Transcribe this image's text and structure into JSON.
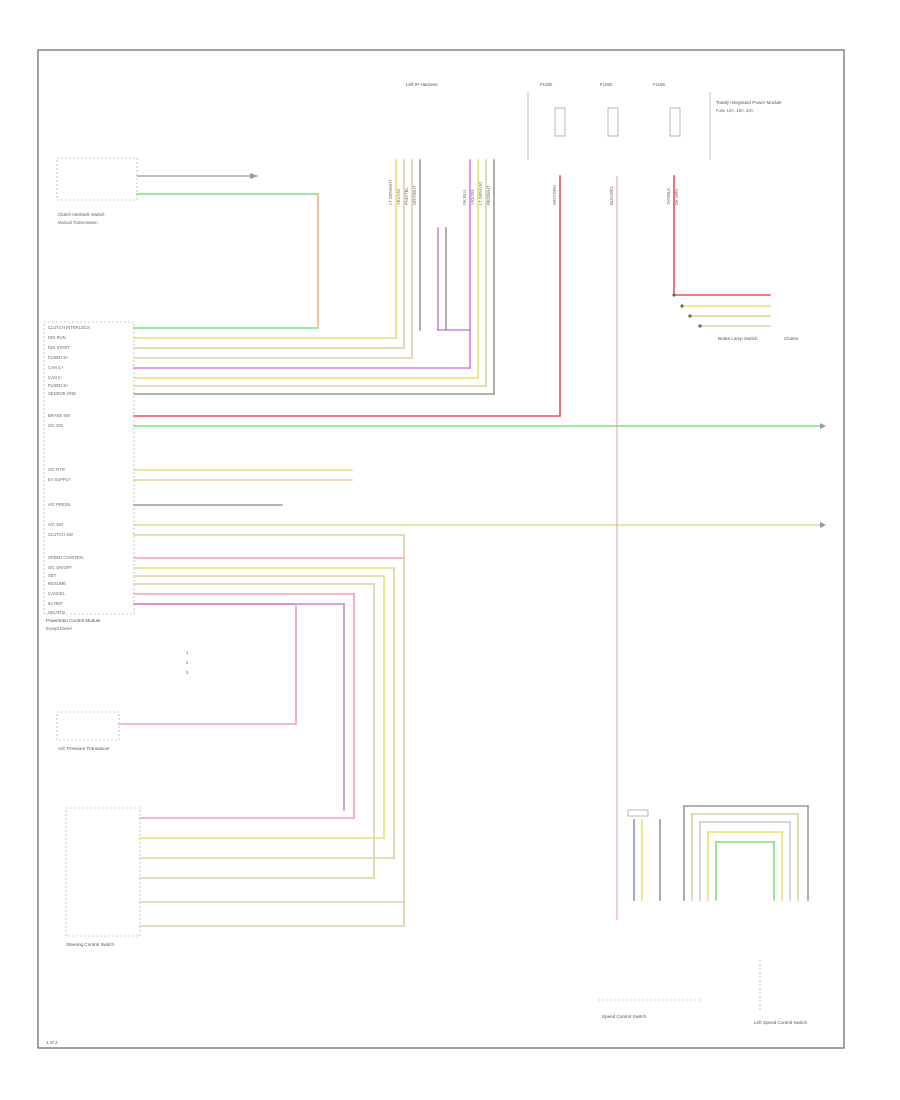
{
  "page_label": "1 of 2",
  "colors": {
    "red": "#f0505a",
    "pink": "#f2a0b4",
    "green": "#7ce07c",
    "orange": "#f0b080",
    "yellow": "#e8e070",
    "violet": "#d080e0",
    "tan": "#e0d0a0",
    "gray": "#999999",
    "lightgreen": "#c8e890",
    "blue": "#8090e0",
    "frame": "#666666"
  },
  "components": {
    "top_connector": "Left IP Harness",
    "fuse_block": "Totally Integrated Power Module",
    "fuse_block_note": "Fuse 10A, 15A, 20A",
    "clutch_switch": "Clutch Interlock Switch",
    "clutch_switch_sub": "Manual Transmission",
    "ecm": "Powertrain Control Module",
    "ecm_sub": "Except Diesel",
    "ac_pressure": "A/C Pressure Transducer",
    "steering_wheel": "Steering Control Switch",
    "speed_control": "Speed Control Switch",
    "cluster": "Cluster",
    "brake_switch": "Brake Lamp Switch",
    "left_sc_switch": "Left Speed Control Switch"
  },
  "ecm_pins": [
    "CLUTCH INTERLOCK",
    "IGN RUN",
    "IGN START",
    "FUSED B+",
    "CAN C+",
    "CAN C-",
    "FUSED B+",
    "SENSOR GND",
    "BRAKE SW",
    "S/C SIG",
    "S/C RTN",
    "5V SUPPLY",
    "A/C PRESS",
    "A/C SIG",
    "CLUTCH SW",
    "SPEED CONTROL",
    "S/C ON/OFF",
    "SET",
    "RESUME",
    "CANCEL",
    "5V REF",
    "SIG RTN"
  ],
  "wire_labels": [
    "LT GRN/WHT",
    "YEL/VIO",
    "PNK/YEL",
    "GRY/WHT",
    "DK BLU",
    "VIO/YEL",
    "LT GRN/VIO",
    "RED/WHT",
    "WHT/GRN",
    "BLK/ORG",
    "TAN/BLK",
    "DK GRN"
  ]
}
